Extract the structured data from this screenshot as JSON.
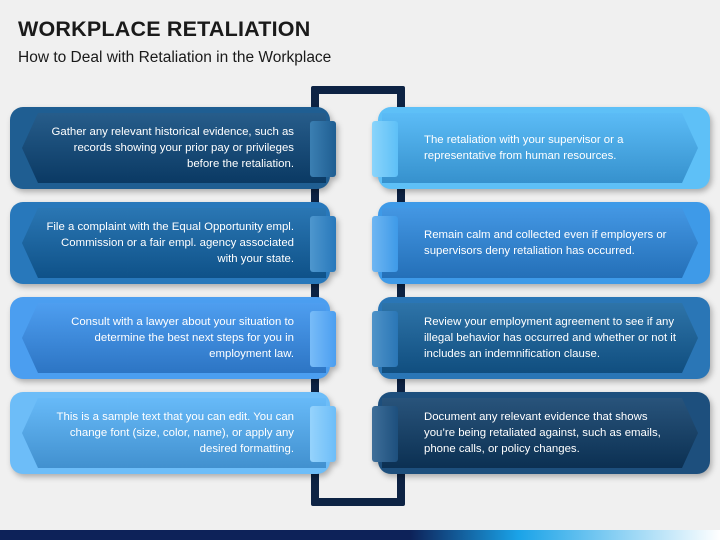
{
  "header": {
    "title": "WORKPLACE RETALIATION",
    "subtitle": "How to Deal with Retaliation in the Workplace"
  },
  "colors": {
    "background": "#f0f0f0",
    "spine": "#0d2344",
    "text_on_card": "#ffffff",
    "title_text": "#1a1a1a",
    "footer_navy": "#0d2259",
    "footer_blue": "#1aa3e8",
    "footer_white": "#ffffff"
  },
  "diagram": {
    "rows": [
      {
        "left": {
          "text": "Gather any relevant historical evidence, such as records showing your prior pay or privileges before the retaliation.",
          "plate": "#1f5e92",
          "body_from": "#0e4a7d",
          "body_to": "#0c4374",
          "tab": "#3b7fb2"
        },
        "right": {
          "text": "The retaliation with your supervisor or a representative from human resources.",
          "plate": "#5ec0f7",
          "body_from": "#49b4f5",
          "body_to": "#3fa9ef",
          "tab": "#8ad4fb"
        }
      },
      {
        "left": {
          "text": "File a complaint with the Equal Opportunity empl. Commission or a fair empl. agency associated with your state.",
          "plate": "#2878bb",
          "body_from": "#1267ab",
          "body_to": "#115f9f",
          "tab": "#4e97ce"
        },
        "right": {
          "text": "Remain calm and collected even if employers or supervisors deny retaliation has occurred.",
          "plate": "#3e9ae8",
          "body_from": "#2e8be0",
          "body_to": "#2a82d6",
          "tab": "#6fb6f2"
        }
      },
      {
        "left": {
          "text": "Consult with a lawyer about your situation to determine the best next steps for you in employment law.",
          "plate": "#4b9ef0",
          "body_from": "#3a93ee",
          "body_to": "#3488e4",
          "tab": "#78bcf8"
        },
        "right": {
          "text": "Review your employment agreement to see if any illegal behavior has occurred and whether or not it includes an indemnification clause.",
          "plate": "#2a76b6",
          "body_from": "#16649f",
          "body_to": "#135b94",
          "tab": "#4f93c8"
        }
      },
      {
        "left": {
          "text": "This is a sample text that you can edit. You can change font (size, color, name), or apply any desired formatting.",
          "plate": "#6dbdf8",
          "body_from": "#56b2f7",
          "body_to": "#4ca8f1",
          "tab": "#95d3fc"
        },
        "right": {
          "text": "Document any relevant evidence that shows you’re being retaliated against, such as emails, phone calls, or policy changes.",
          "plate": "#1d4f7d",
          "body_from": "#10406c",
          "body_to": "#0d3860",
          "tab": "#3f6f99"
        }
      }
    ]
  },
  "footer": {
    "navy_stop_pct": 57,
    "blue_stop_pct": 72,
    "label": "decorative-gradient-bar"
  }
}
